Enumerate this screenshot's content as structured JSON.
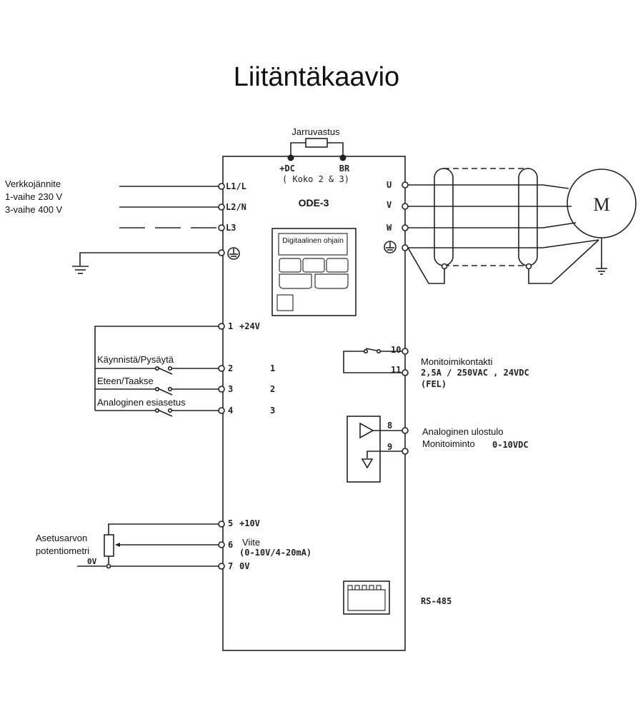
{
  "title": "Liitäntäkaavio",
  "brake": {
    "label": "Jarruvastus",
    "dc": "+DC",
    "br": "BR",
    "size_note": "( Koko  2 & 3)"
  },
  "supply": {
    "label_line1": "Verkkojännite",
    "label_line2": "1-vaihe 230 V",
    "label_line3": "3-vaihe 400 V",
    "terminals": [
      "L1/L",
      "L2/N",
      "L3"
    ]
  },
  "drive": {
    "model": "ODE-3",
    "keypad_label": "Digitaalinen ohjain"
  },
  "output": {
    "terminals": [
      "U",
      "V",
      "W"
    ],
    "motor": "M"
  },
  "control_inputs": {
    "t1_num": "1",
    "t1_text": "+24V",
    "t2_num": "2",
    "t3_num": "3",
    "t4_num": "4",
    "switch_start_stop": "Käynnistä/Pysäytä",
    "switch_fwd_rev": "Eteen/Taakse",
    "switch_preset": "Analoginen esiasetus",
    "din_1": "1",
    "din_2": "2",
    "din_3": "3"
  },
  "relay": {
    "t10": "10",
    "t11": "11",
    "label": "Monitoimikontakti",
    "rating": "2,5A / 250VAC , 24VDC",
    "fel": "(FEL)"
  },
  "analog_out": {
    "t8": "8",
    "t9": "9",
    "label1": "Analoginen ulostulo",
    "label2": "Monitoiminto",
    "range": "0-10VDC"
  },
  "reference": {
    "t5": "5",
    "t5_text": "+10V",
    "t6": "6",
    "t6_text": "Viite",
    "t6_range": "(0-10V/4-20mA)",
    "t7": "7",
    "t7_text": "0V",
    "pot_label1": "Asetusarvon",
    "pot_label2": "potentiometri",
    "zero_v": "0V"
  },
  "comm": {
    "label": "RS-485"
  }
}
